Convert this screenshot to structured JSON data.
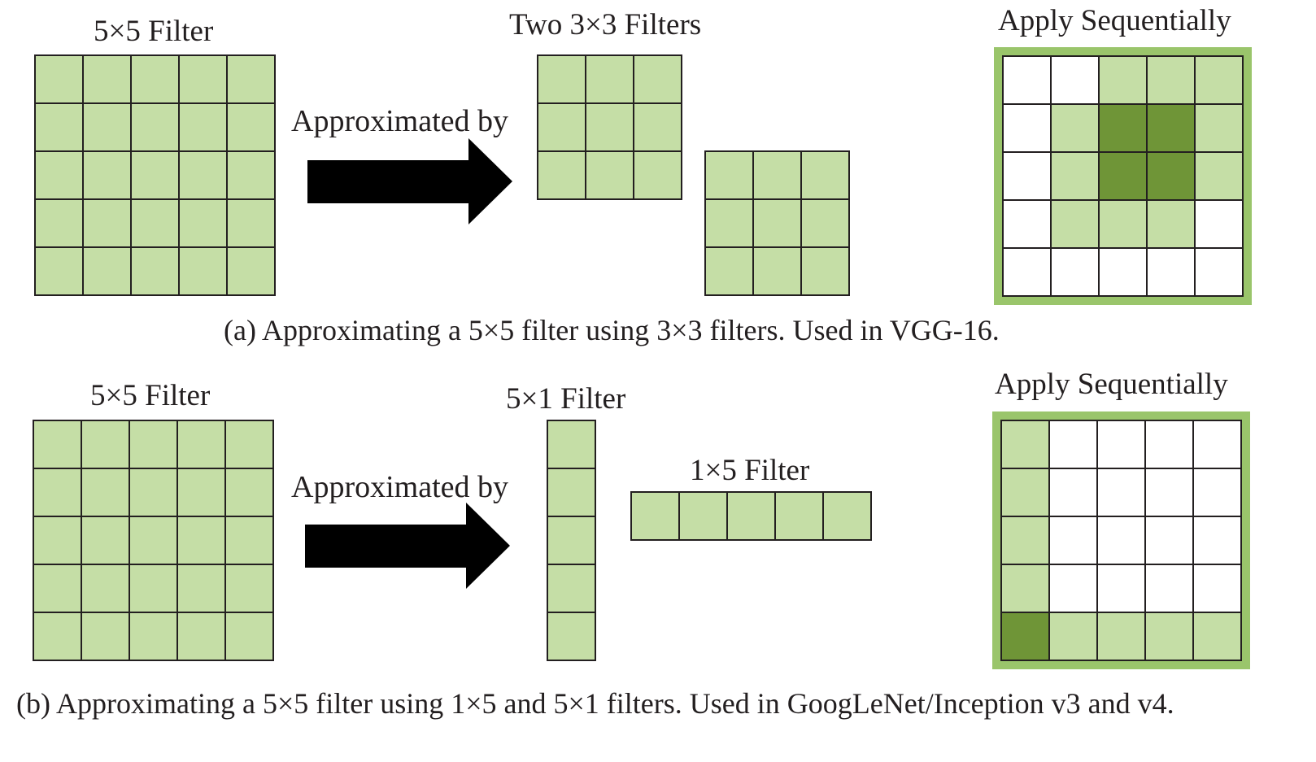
{
  "colors": {
    "light_green": "#c5dea6",
    "dark_green": "#6f9537",
    "frame_green": "#9ac56b",
    "grid_line": "#231f20",
    "arrow": "#000000",
    "empty": "#ffffff"
  },
  "panel_a": {
    "filter_label": "5×5 Filter",
    "arrow_label": "Approximated by",
    "small_filters_label": "Two 3×3 Filters",
    "result_label": "Apply Sequentially",
    "caption": "(a) Approximating a 5×5 filter using 3×3 filters. Used in VGG-16.",
    "result_pattern": [
      "00111",
      "01221",
      "01221",
      "01110",
      "00000"
    ]
  },
  "panel_b": {
    "filter_label": "5×5 Filter",
    "arrow_label": "Approximated by",
    "column_filter_label": "5×1 Filter",
    "row_filter_label": "1×5 Filter",
    "result_label": "Apply Sequentially",
    "caption": "(b) Approximating a 5×5 filter using 1×5 and 5×1 filters. Used in GoogLeNet/Inception v3 and v4.",
    "result_pattern": [
      "10000",
      "10000",
      "10000",
      "10000",
      "21111"
    ]
  }
}
